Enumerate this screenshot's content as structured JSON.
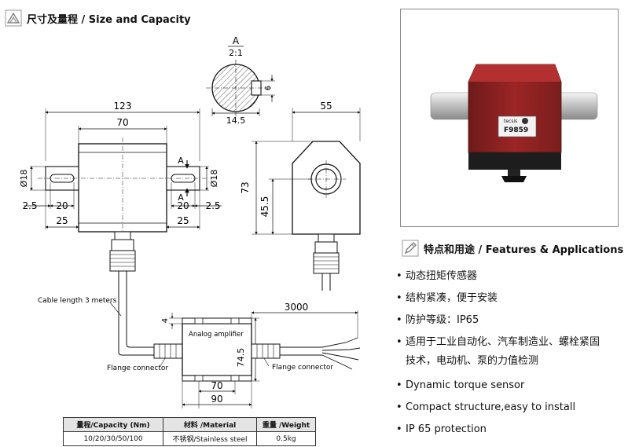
{
  "size_section": {
    "heading": "尺寸及量程 / Size and Capacity"
  },
  "features_section": {
    "heading": "特点和用途 / Features & Applications"
  },
  "features": [
    "动态扭矩传感器",
    "结构紧凑，便于安装",
    "防护等级：IP65",
    "适用于工业自动化、汽车制造业、螺栓紧固",
    "技术，电动机、泵的力值检测",
    "Dynamic torque sensor",
    "Compact structure,easy to install",
    "IP 65 protection"
  ],
  "drawing": {
    "section_letter": "A",
    "section_scale": "2:1",
    "section_key_width": "6",
    "section_diameter": "14.5",
    "overall_length": "123",
    "body_length": "70",
    "shaft_diameter": "Ø18",
    "shaft_end": "2.5",
    "key_length": "20",
    "shaft_length": "25",
    "cut_marker": "A",
    "side_width": "55",
    "side_height": "73",
    "axis_height": "45.5",
    "cable_note": "Cable length 3 meters",
    "amplifier_label": "Analog amplifier",
    "amp_thickness": "4",
    "amp_height": "74.5",
    "cable_length_mm": "3000",
    "amp_hole_spacing": "70",
    "amp_width": "90",
    "flange_left": "Flange connector",
    "flange_right": "Flange connector"
  },
  "photo": {
    "brand": "tecsis",
    "model": "F9859"
  },
  "spec_table": {
    "headers": [
      "量程/Capacity (Nm)",
      "材料 /Material",
      "重量 /Weight"
    ],
    "row": [
      "10/20/30/50/100",
      "不锈钢/Stainless steel",
      "0.5kg"
    ]
  }
}
